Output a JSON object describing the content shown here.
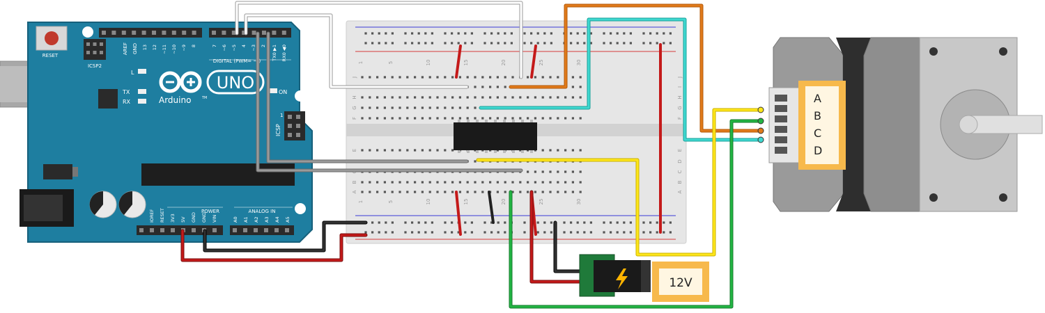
{
  "arduino": {
    "reset_label": "RESET",
    "icsp2_label": "ICSP2",
    "aref_label": "AREF",
    "gnd_label": "GND",
    "digital_pin_numbers": [
      "13",
      "12",
      "~11",
      "~10",
      "~9",
      "8",
      "7",
      "~6",
      "~5",
      "4",
      "~3",
      "2",
      "TX0 ▶1",
      "RX0 ◀0"
    ],
    "digital_label": "DIGITAL (PWM= ~ )",
    "l_label": "L",
    "tx_label": "TX",
    "rx_label": "RX",
    "on_label": "ON",
    "brand_label": "Arduino",
    "tm_label": "TM",
    "uno_label": "UNO",
    "icsp_label": "ICSP",
    "icsp_pin1_label": "1",
    "power_label": "POWER",
    "analog_label": "ANALOG IN",
    "power_pins": [
      "IOREF",
      "RESET",
      "3V3",
      "5V",
      "GND",
      "GND",
      "VIN"
    ],
    "analog_pins": [
      "A0",
      "A1",
      "A2",
      "A3",
      "A4",
      "A5"
    ]
  },
  "breadboard": {
    "row_letters_top": [
      "J",
      "I",
      "H",
      "G",
      "F"
    ],
    "row_letters_bottom": [
      "E",
      "D",
      "C",
      "B",
      "A"
    ],
    "column_numbers": [
      "1",
      "5",
      "10",
      "15",
      "20",
      "25",
      "30"
    ]
  },
  "motor": {
    "coil_labels": [
      "A",
      "B",
      "C",
      "D"
    ]
  },
  "power_supply": {
    "label": "12V",
    "icon": "lightning-icon"
  },
  "colors": {
    "arduino_board": "#1e7ea0",
    "wire_orange": "#e07a1a",
    "wire_cyan": "#3fd8d0",
    "wire_yellow": "#ffe61a",
    "wire_green": "#22b543",
    "wire_red": "#c41a1a",
    "wire_black": "#222222",
    "wire_gray": "#8a8a8a",
    "label_box": "#f7b94c"
  }
}
